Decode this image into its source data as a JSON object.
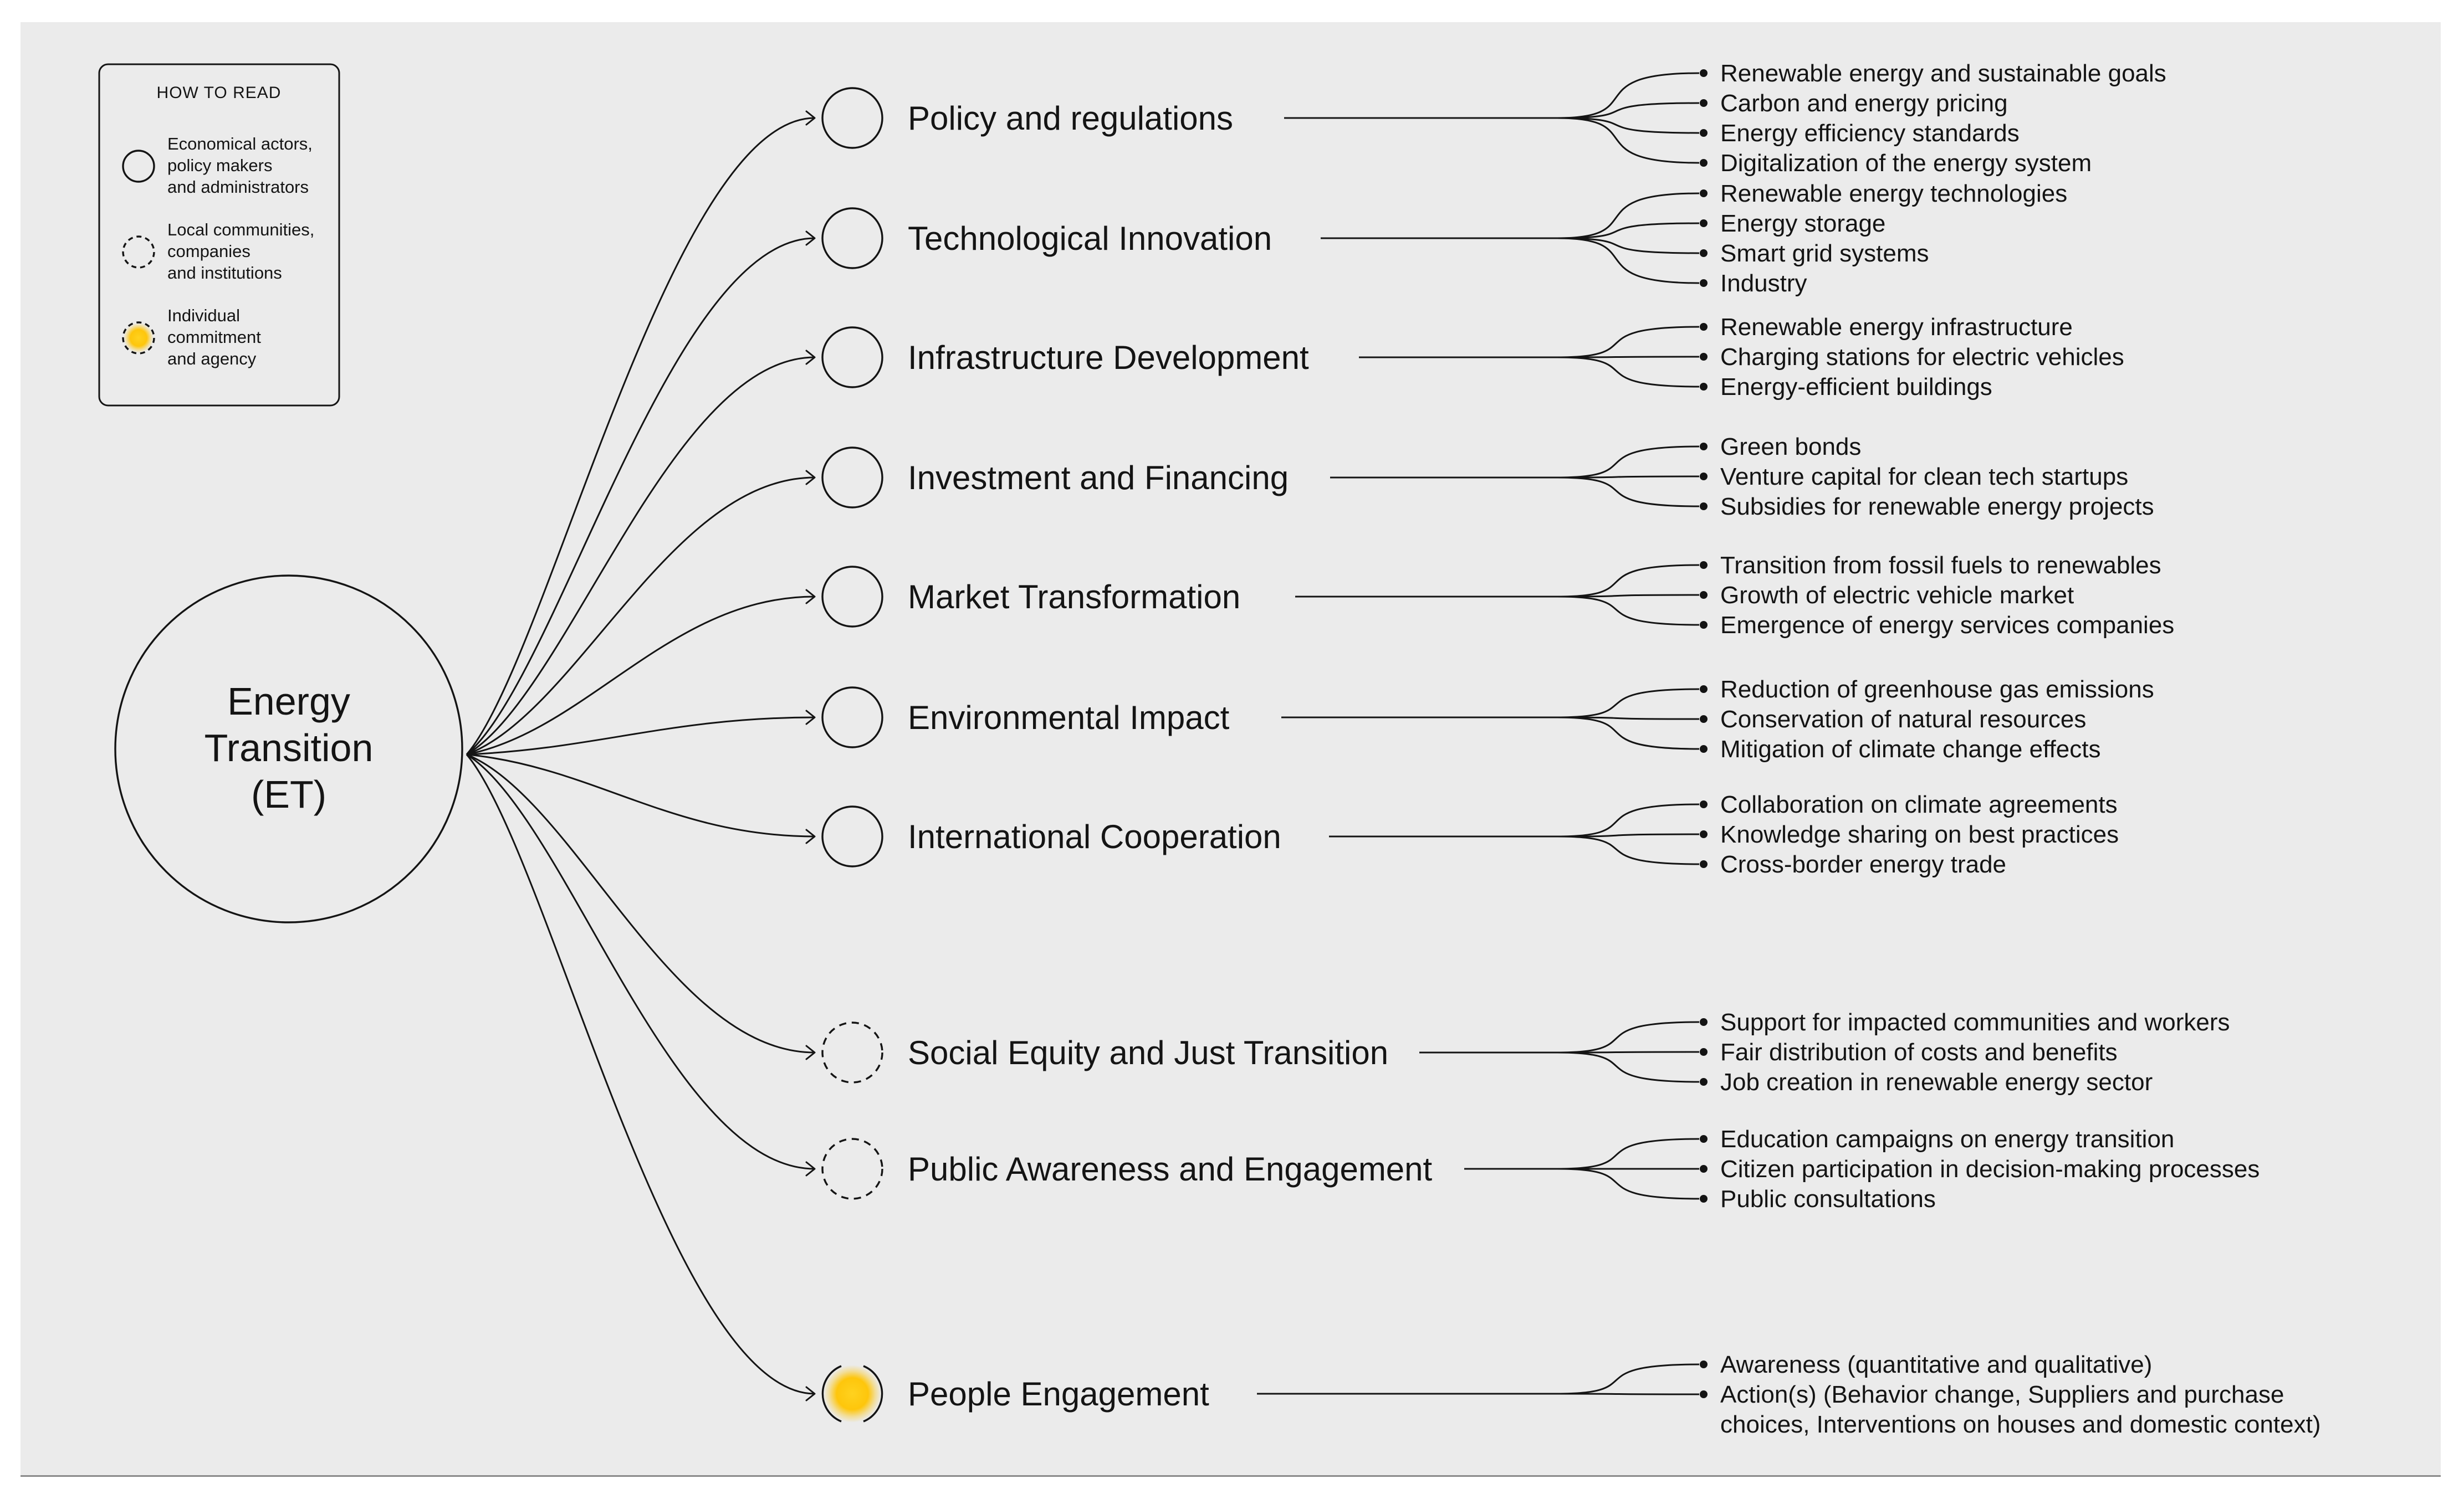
{
  "colors": {
    "panel_background": "#ebebeb",
    "ink": "#141414",
    "agency_glow": "#ffc400"
  },
  "center": {
    "lines": [
      "Energy",
      "Transition",
      "(ET)"
    ]
  },
  "legend": {
    "title": "HOW TO READ",
    "entries": [
      {
        "icon": "solid-circle-icon",
        "lines": [
          "Economical actors,",
          "policy makers",
          "and administrators"
        ]
      },
      {
        "icon": "dashed-circle-icon",
        "lines": [
          "Local communities,",
          "companies",
          "and institutions"
        ]
      },
      {
        "icon": "glowing-circle-icon",
        "lines": [
          "Individual",
          "commitment",
          "and agency"
        ]
      }
    ]
  },
  "topics": [
    {
      "label": "Policy and regulations",
      "node_style": "solid",
      "items": [
        [
          "Renewable energy and sustainable goals"
        ],
        [
          "Carbon and energy pricing"
        ],
        [
          "Energy efficiency standards"
        ],
        [
          "Digitalization of the energy system"
        ]
      ]
    },
    {
      "label": "Technological Innovation",
      "node_style": "solid",
      "items": [
        [
          "Renewable energy technologies"
        ],
        [
          "Energy storage"
        ],
        [
          "Smart grid systems"
        ],
        [
          "Industry"
        ]
      ]
    },
    {
      "label": "Infrastructure Development",
      "node_style": "solid",
      "items": [
        [
          "Renewable energy infrastructure"
        ],
        [
          "Charging stations for electric vehicles"
        ],
        [
          "Energy-efficient buildings"
        ]
      ]
    },
    {
      "label": "Investment and Financing",
      "node_style": "solid",
      "items": [
        [
          "Green bonds"
        ],
        [
          "Venture capital for clean tech startups"
        ],
        [
          "Subsidies for renewable energy projects"
        ]
      ]
    },
    {
      "label": "Market Transformation",
      "node_style": "solid",
      "items": [
        [
          "Transition from fossil fuels to renewables"
        ],
        [
          "Growth of electric vehicle market"
        ],
        [
          "Emergence of energy services companies"
        ]
      ]
    },
    {
      "label": "Environmental Impact",
      "node_style": "solid",
      "items": [
        [
          "Reduction of greenhouse gas emissions"
        ],
        [
          "Conservation of natural resources"
        ],
        [
          "Mitigation of climate change effects"
        ]
      ]
    },
    {
      "label": "International Cooperation",
      "node_style": "solid",
      "items": [
        [
          "Collaboration on climate agreements"
        ],
        [
          "Knowledge sharing on best practices"
        ],
        [
          "Cross-border energy trade"
        ]
      ]
    },
    {
      "label": "Social Equity and Just Transition",
      "node_style": "dashed",
      "items": [
        [
          "Support for impacted communities and workers"
        ],
        [
          "Fair distribution of costs and benefits"
        ],
        [
          "Job creation in renewable energy sector"
        ]
      ]
    },
    {
      "label": "Public Awareness and Engagement",
      "node_style": "dashed",
      "items": [
        [
          "Education campaigns on energy transition"
        ],
        [
          "Citizen participation in decision-making processes"
        ],
        [
          "Public consultations"
        ]
      ]
    },
    {
      "label": "People Engagement",
      "node_style": "glow",
      "items": [
        [
          "Awareness (quantitative and qualitative)"
        ],
        [
          "Action(s) (Behavior change, Suppliers and purchase",
          "choices, Interventions on houses and domestic context)"
        ]
      ]
    }
  ]
}
